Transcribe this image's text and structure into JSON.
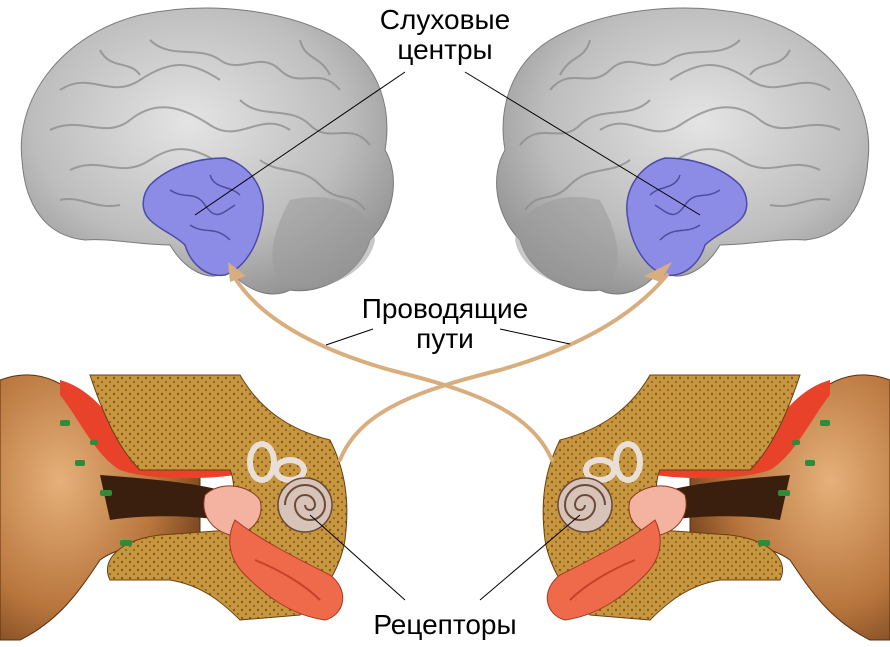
{
  "labels": {
    "auditory_centers": [
      "Слуховые",
      "центры"
    ],
    "conducting_paths": [
      "Проводящие",
      "пути"
    ],
    "receptors": "Рецепторы"
  },
  "colors": {
    "brain": "#c9c9c9",
    "brain_shadow": "#8e8e8e",
    "auditory_cortex": "#8c8ce6",
    "pathway": "#d9ae7e",
    "ear_skin": "#c9894e",
    "ear_red": "#e8432a",
    "bone": "#c99a4a",
    "cochlea": "#d8c3b8"
  }
}
